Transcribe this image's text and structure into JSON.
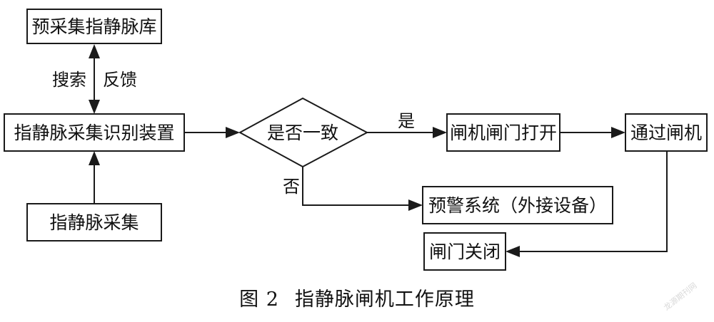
{
  "diagram": {
    "nodes": {
      "pre_collected_db": "预采集指静脉库",
      "recognition_device": "指静脉采集识别装置",
      "vein_collection": "指静脉采集",
      "decision": "是否一致",
      "gate_open": "闸机闸门打开",
      "pass_gate": "通过闸机",
      "warning_system": "预警系统（外接设备）",
      "gate_close": "闸门关闭"
    },
    "edges": {
      "search": "搜索",
      "feedback": "反馈",
      "yes": "是",
      "no": "否"
    }
  },
  "caption": {
    "number": "图 2",
    "title": "指静脉闸机工作原理"
  },
  "watermark": "龙源期刊网"
}
